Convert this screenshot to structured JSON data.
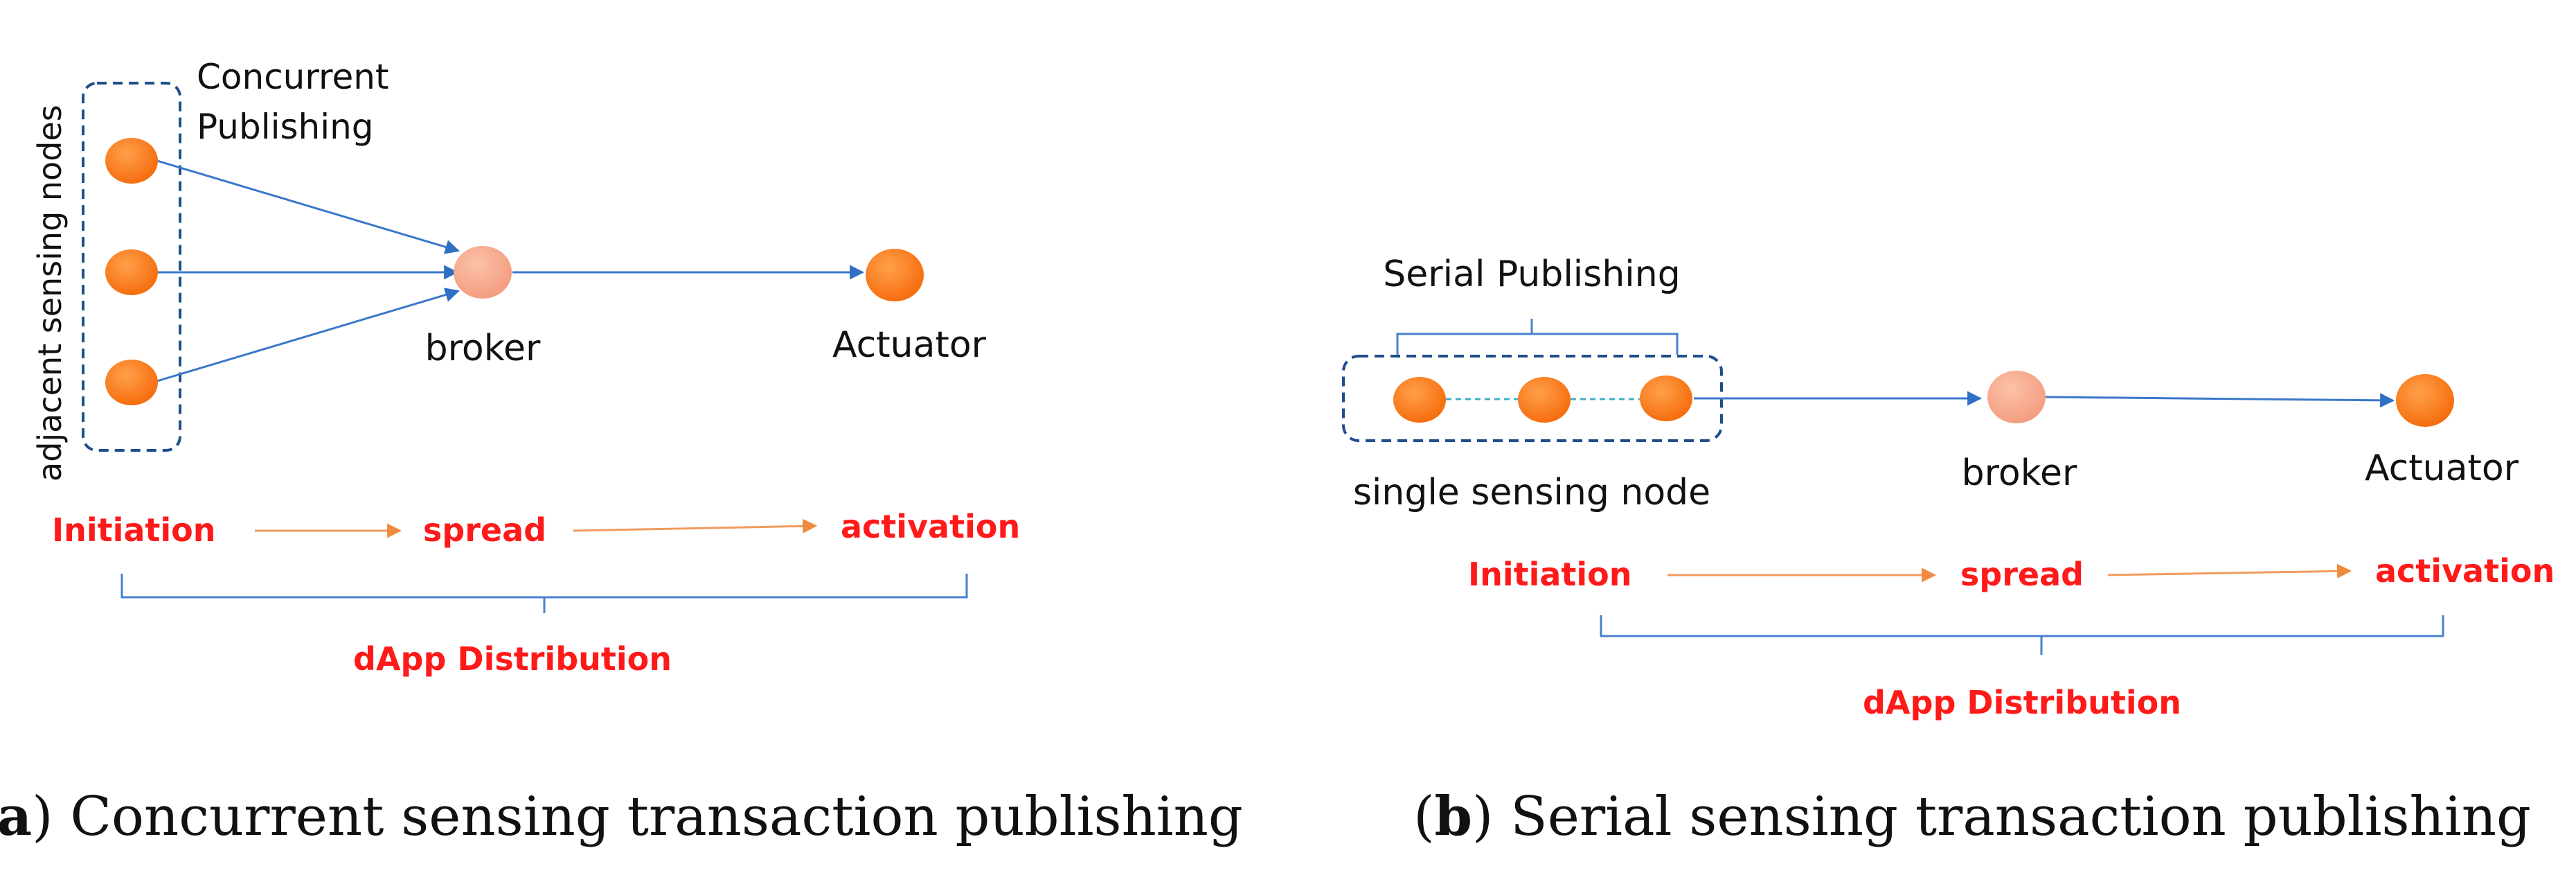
{
  "panel_a": {
    "vertical_label": "adjacent sensing nodes",
    "group_label_line1": "Concurrent",
    "group_label_line2": "Publishing",
    "broker_label": "broker",
    "actuator_label": "Actuator",
    "phases": [
      "Initiation",
      "spread",
      "activation"
    ],
    "distribution_label": "dApp Distribution",
    "caption_letter": "a",
    "caption_text": " Concurrent sensing transaction publishing"
  },
  "panel_b": {
    "group_label": "Serial Publishing",
    "node_label": "single sensing node",
    "broker_label": "broker",
    "actuator_label": "Actuator",
    "phases": [
      "Initiation",
      "spread",
      "activation"
    ],
    "distribution_label": "dApp Distribution",
    "caption_letter": "b",
    "caption_text": " Serial sensing transaction publishing"
  },
  "colors": {
    "node": "#ff7a1a",
    "broker": "#f8ad92",
    "edge": "#3a78c9",
    "group_box": "#1f4e8c",
    "phase_text": "#ff1a1a",
    "phase_arrow": "#f29a5e",
    "brace": "#4a7fd0"
  }
}
